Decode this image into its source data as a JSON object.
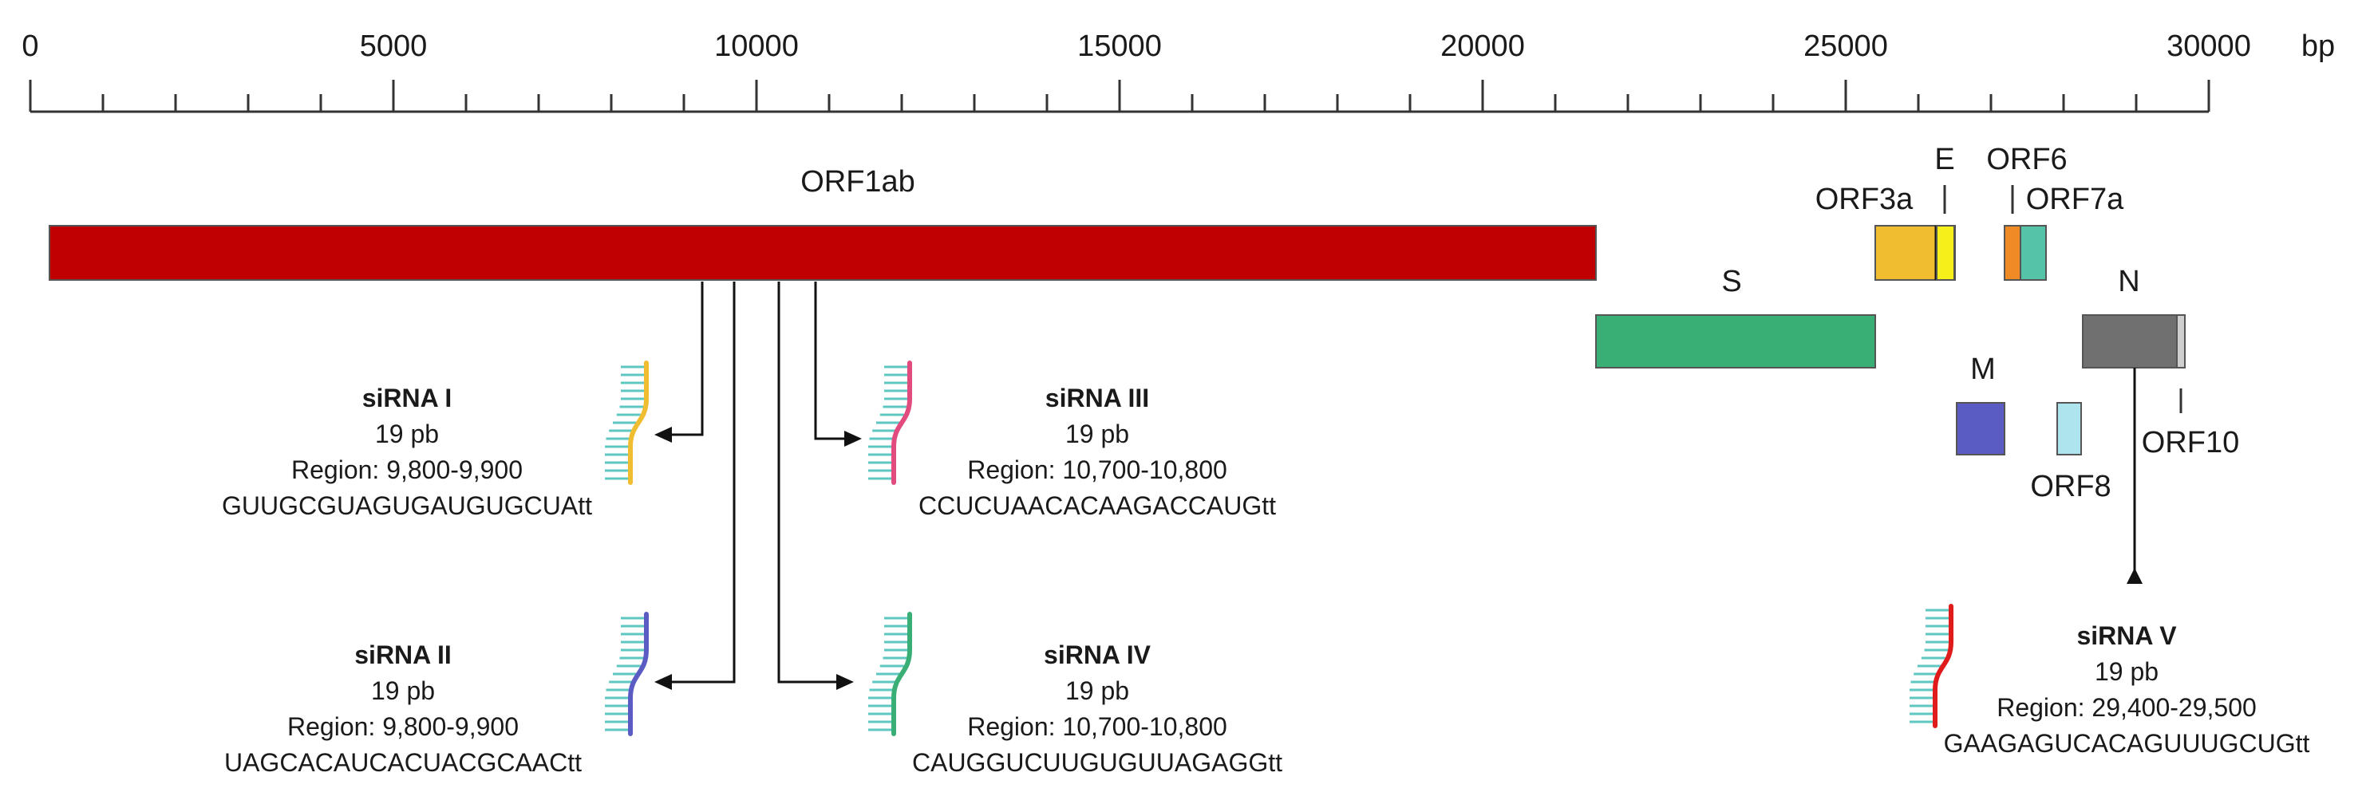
{
  "axis": {
    "unit": "bp",
    "min": 0,
    "max": 30000,
    "labels": [
      "0",
      "5000",
      "10000",
      "15000",
      "20000",
      "25000",
      "30000"
    ]
  },
  "genes": [
    {
      "id": "orf1ab",
      "label": "ORF1ab",
      "color": "#c00000"
    },
    {
      "id": "s",
      "label": "S",
      "color": "#3aaf75"
    },
    {
      "id": "orf3a",
      "label": "ORF3a",
      "color": "#f0bc30"
    },
    {
      "id": "e",
      "label": "E",
      "color": "#f7ef1a"
    },
    {
      "id": "m",
      "label": "M",
      "color": "#5a5cc4"
    },
    {
      "id": "orf6",
      "label": "ORF6",
      "color": "#f08a24"
    },
    {
      "id": "orf7a",
      "label": "ORF7a",
      "color": "#55c3a8"
    },
    {
      "id": "orf8",
      "label": "ORF8",
      "color": "#aee4ee"
    },
    {
      "id": "n",
      "label": "N",
      "color": "#707070"
    },
    {
      "id": "orf10",
      "label": "ORF10",
      "color": "#cfcfcf"
    }
  ],
  "sirnas": [
    {
      "id": "siRNA-I",
      "title": "siRNA I",
      "length": "19 pb",
      "region": "Region: 9,800-9,900",
      "sequence": "GUUGCGUAGUGAUGUGCUAtt",
      "color": "#f0bc30"
    },
    {
      "id": "siRNA-II",
      "title": "siRNA II",
      "length": "19 pb",
      "region": "Region: 9,800-9,900",
      "sequence": "UAGCACAUCACUACGCAACtt",
      "color": "#5a5cc4"
    },
    {
      "id": "siRNA-III",
      "title": "siRNA III",
      "length": "19 pb",
      "region": "Region: 10,700-10,800",
      "sequence": "CCUCUAACACAAGACCAUGtt",
      "color": "#e24b7e"
    },
    {
      "id": "siRNA-IV",
      "title": "siRNA IV",
      "length": "19 pb",
      "region": "Region: 10,700-10,800",
      "sequence": "CAUGGUCUUGUGUUAGAGGtt",
      "color": "#3aaf75"
    },
    {
      "id": "siRNA-V",
      "title": "siRNA V",
      "length": "19 pb",
      "region": "Region: 29,400-29,500",
      "sequence": "GAAGAGUCACAGUUUGCUGtt",
      "color": "#e01b1b"
    }
  ],
  "colors": {
    "line": "#1a1a1a",
    "tick": "#333333",
    "strand": "#5fc7c2"
  }
}
